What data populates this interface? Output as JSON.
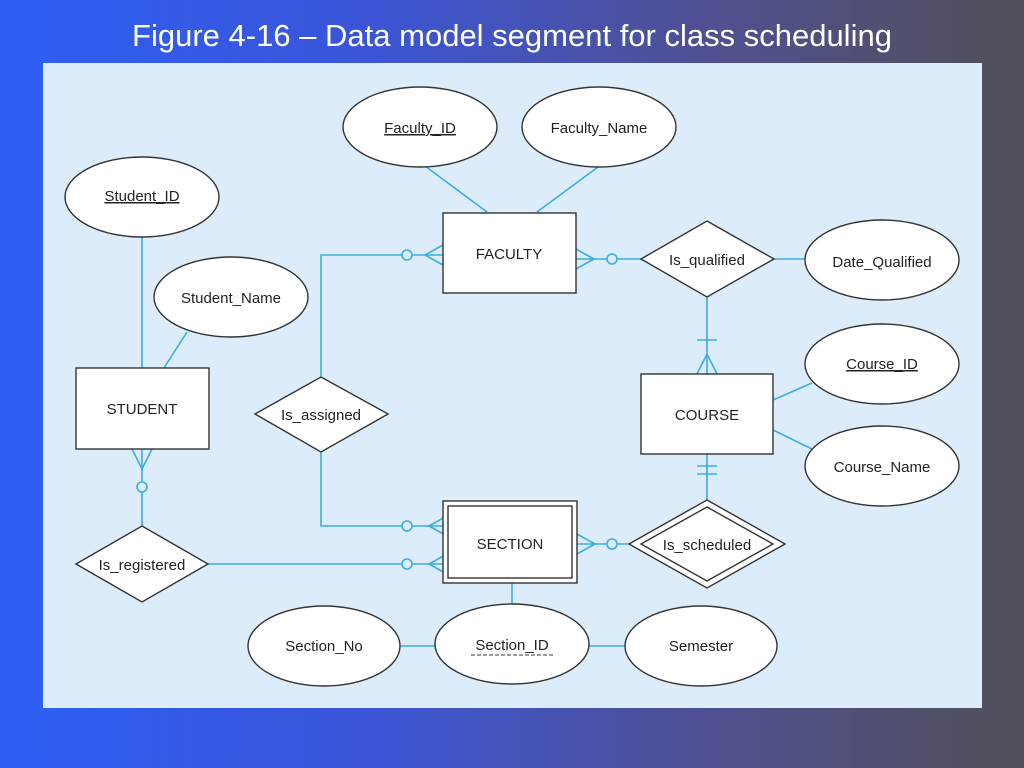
{
  "title": "Figure 4-16 – Data model segment for class scheduling",
  "colors": {
    "line": "#3aaee0",
    "background": "#dcecfb",
    "outline": "#333333"
  },
  "entities": {
    "student": "STUDENT",
    "faculty": "FACULTY",
    "course": "COURSE",
    "section": "SECTION"
  },
  "relationships": {
    "is_assigned": "Is_assigned",
    "is_qualified": "Is_qualified",
    "is_registered": "Is_registered",
    "is_scheduled": "Is_scheduled"
  },
  "attributes": {
    "faculty_id": "Faculty_ID",
    "faculty_name": "Faculty_Name",
    "student_id": "Student_ID",
    "student_name": "Student_Name",
    "date_qualified": "Date_Qualified",
    "course_id": "Course_ID",
    "course_name": "Course_Name",
    "section_no": "Section_No",
    "section_id": "Section_ID",
    "semester": "Semester"
  }
}
